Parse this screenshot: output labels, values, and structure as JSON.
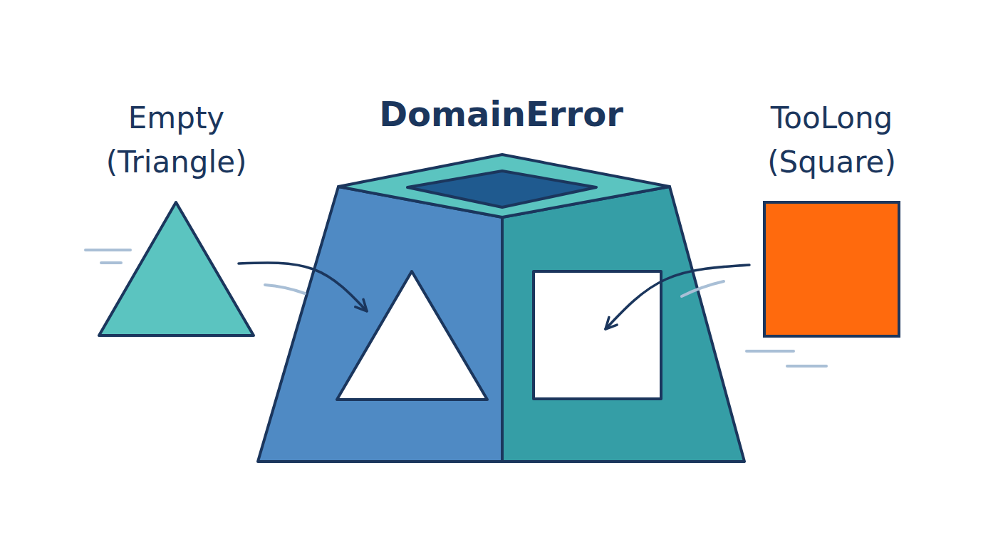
{
  "diagram": {
    "nodes": [
      {
        "text": [
          "Empty (Triangle)"
        ]
      },
      {
        "text": [
          "DomainError"
        ]
      },
      {
        "text": [
          "TooLong (Square)"
        ]
      }
    ],
    "edges": [
      {
        "from": 0,
        "to": 1,
        "arrow": "to"
      },
      {
        "from": 2,
        "to": 1,
        "arrow": "to"
      }
    ]
  }
}
